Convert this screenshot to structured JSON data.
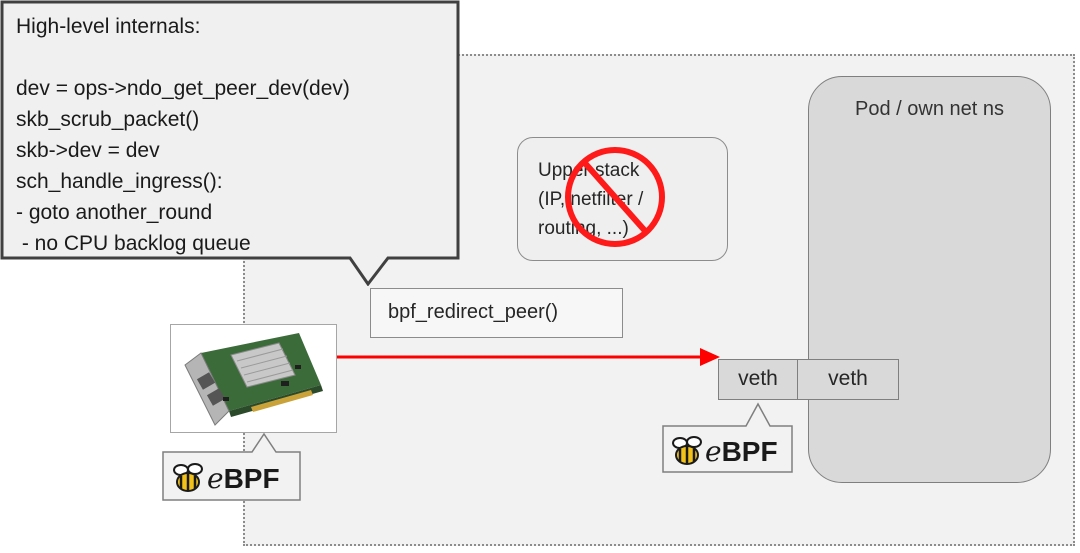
{
  "pod": {
    "label": "Pod / own net ns"
  },
  "upper_stack": {
    "line1": "Upper stack",
    "line2": "(IP, netfilter /",
    "line3": "routing, ...)"
  },
  "redirect": {
    "label": "bpf_redirect_peer()"
  },
  "veth": {
    "host_label": "veth",
    "pod_label": "veth"
  },
  "ebpf_badge": {
    "e": "e",
    "text": "BPF"
  },
  "bubble": {
    "title": "High-level internals:",
    "lines": [
      "dev = ops->ndo_get_peer_dev(dev)",
      "skb_scrub_packet()",
      "skb->dev = dev",
      "sch_handle_ingress():",
      "- goto another_round",
      " - no CPU backlog queue"
    ]
  },
  "colors": {
    "arrow": "#ff0000",
    "prohibit": "#ff1a1a",
    "bubble_fill": "#f0f0f0",
    "bubble_border": "#404040"
  },
  "icons": {
    "nic": "network-card-icon",
    "bee": "bee-icon",
    "prohibit": "prohibited-icon"
  }
}
